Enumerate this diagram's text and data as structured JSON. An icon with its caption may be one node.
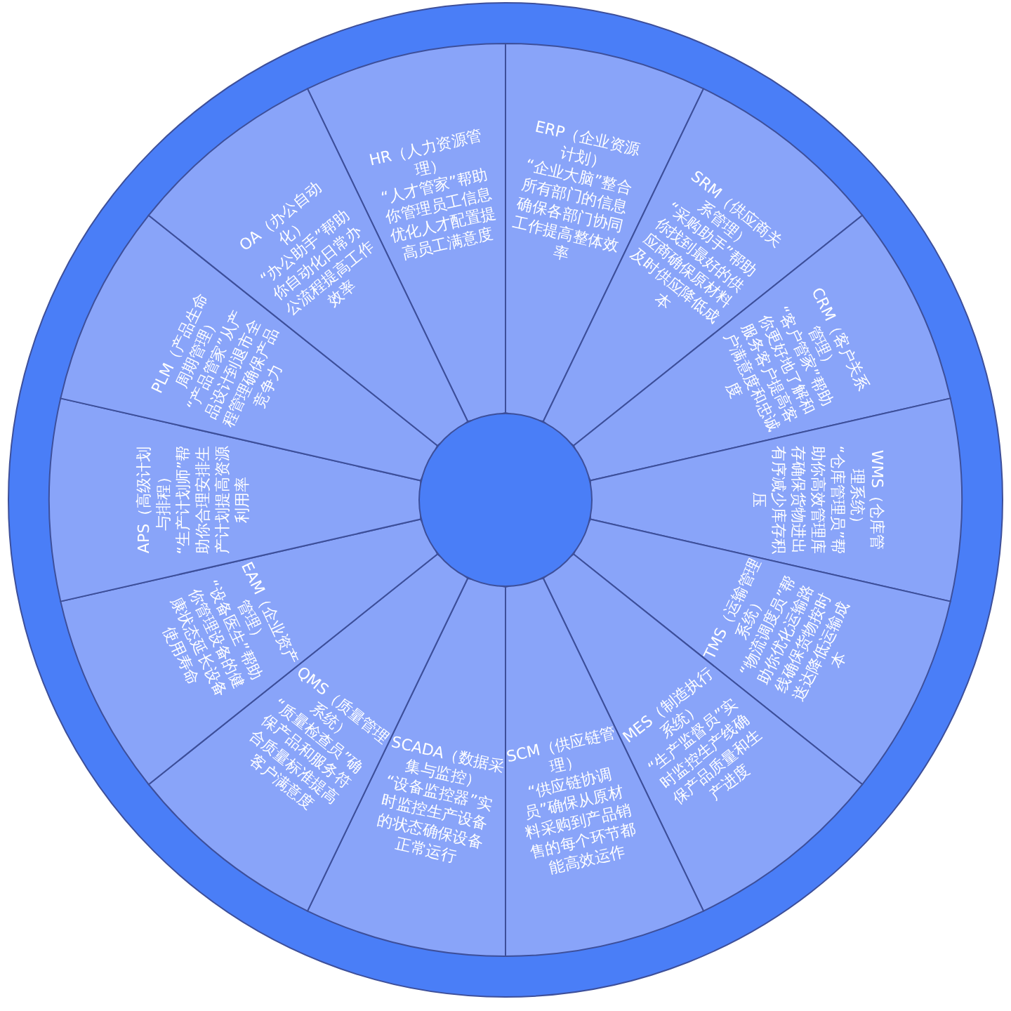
{
  "diagram": {
    "nodes": [
      {
        "text": [
          "HR（人力资源管理）",
          "“人才管家”帮助你管理员工信息优化人才配置提高员工满意度"
        ]
      },
      {
        "text": [
          "ERP（企业资源计划）",
          "“企业大脑”整合所有部门的信息确保各部门协同工作提高整体效率"
        ]
      },
      {
        "text": [
          "SRM（供应商关系管理）",
          "“采购助手”帮助你找到最好的供应商确保原材料及时供应降低成本"
        ]
      },
      {
        "text": [
          "CRM（客户关系管理）",
          "“客户管家”帮助你更好地了解和服务客户提高客户满意度和忠诚度"
        ]
      },
      {
        "text": [
          "WMS（仓库管理系统）",
          "“仓库管理员”帮助你高效管理库存确保货物进出有序减少库存积压"
        ]
      },
      {
        "text": [
          "TMS（运输管理系统）",
          "“物流调度员”帮助你优化运输路线确保货物按时送达降低运输成本"
        ]
      },
      {
        "text": [
          "MES（制造执行系统）",
          "“生产监督员”实时监控生产线确保产品质量和生产进度"
        ]
      },
      {
        "text": [
          "SCM（供应链管理）",
          "“供应链协调员”确保从原材料采购到产品销售的每个环节都能高效运作"
        ]
      },
      {
        "text": [
          "SCADA（数据采集与监控）",
          "“设备监控器”实时监控生产设备的状态确保设备正常运行"
        ]
      },
      {
        "text": [
          "QMS（质量管理系统）",
          "“质量检查员”确保产品和服务符合质量标准提高客户满意度"
        ]
      },
      {
        "text": [
          "EAM（企业资产管理）",
          "“设备医生”帮助你管理设备的健康状态延长设备使用寿命"
        ]
      },
      {
        "text": [
          "APS（高级计划与排程）",
          "“生产计划师”帮助你合理安排生产计划提高资源利用率"
        ]
      },
      {
        "text": [
          "PLM（产品生命周期管理）",
          "“产品管家”从产品设计到退市全程管理确保产品竞争力"
        ]
      },
      {
        "text": [
          "OA（办公自动化）",
          "“办公助手”帮助你自动化日常办公流程提高工作效率"
        ]
      },
      {
        "text": [],
        "shape": "circle"
      }
    ]
  }
}
